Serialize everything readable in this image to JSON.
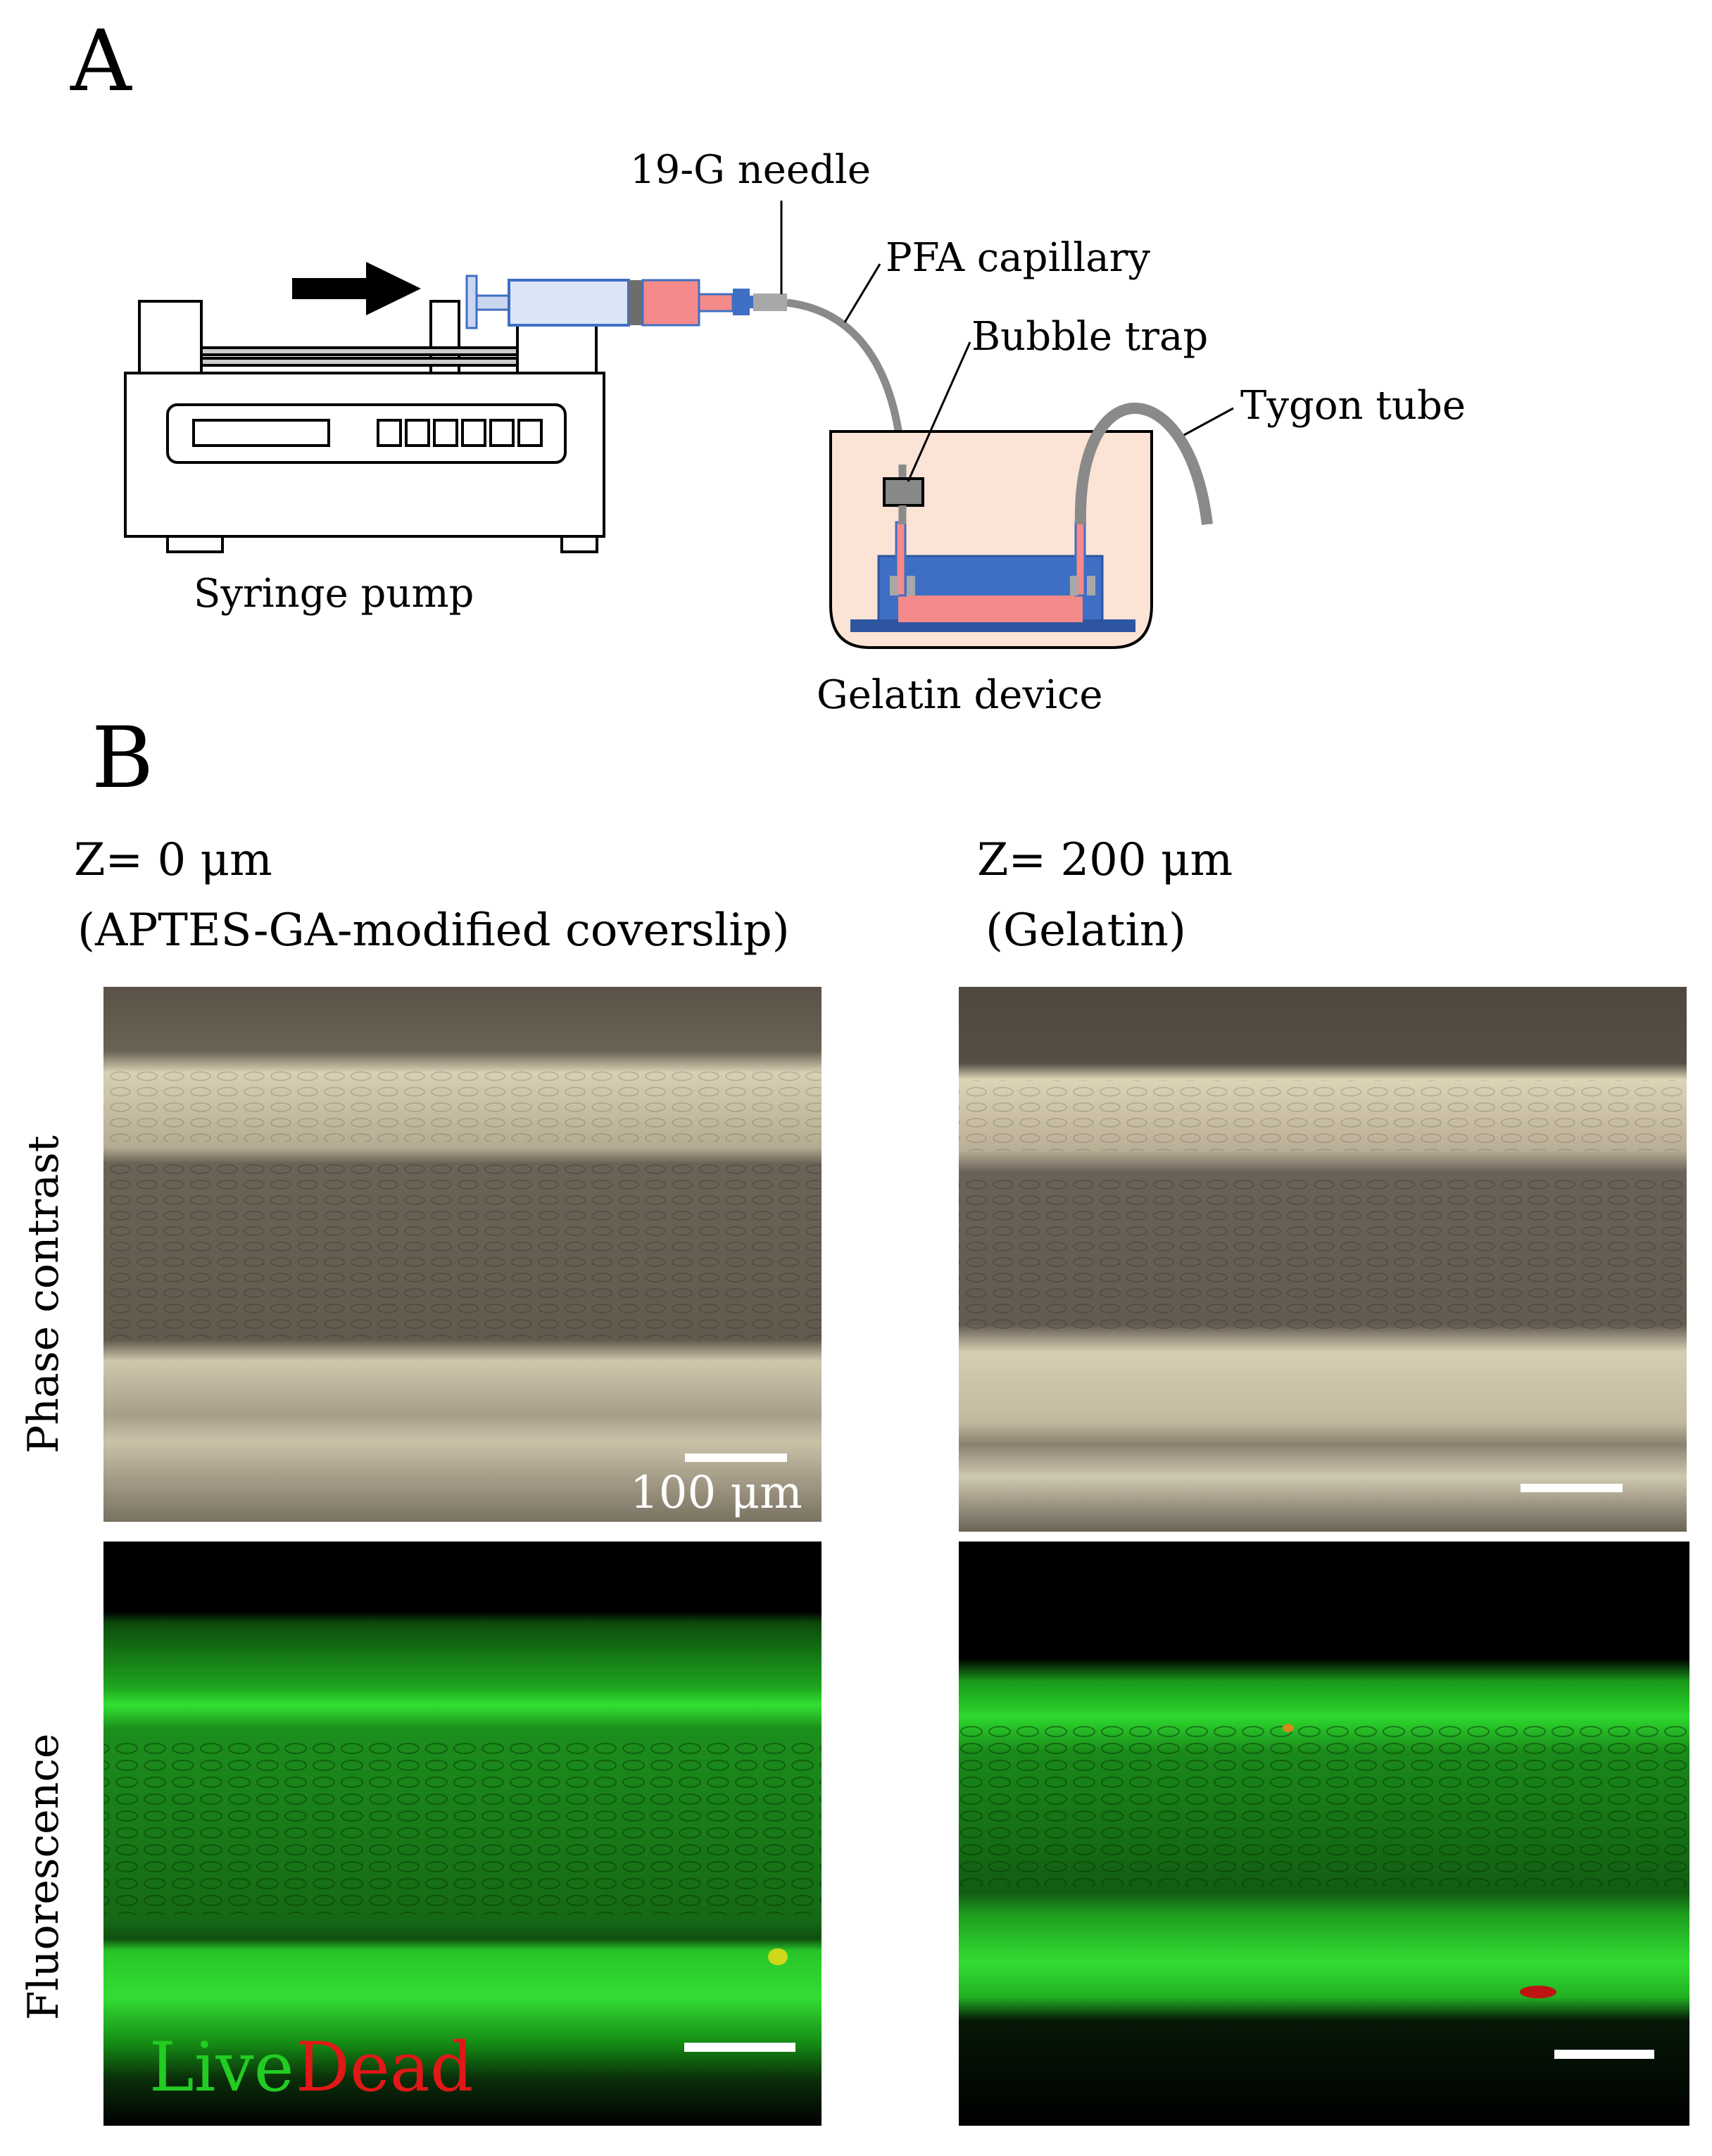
{
  "panel_a": {
    "letter": "A",
    "labels": {
      "needle": "19-G needle",
      "capillary": "PFA capillary",
      "bubble_trap": "Bubble trap",
      "tygon": "Tygon tube",
      "pump": "Syringe pump",
      "device": "Gelatin device"
    }
  },
  "panel_b": {
    "letter": "B",
    "col_left": {
      "z": "Z= 0 μm",
      "surface": "(APTES-GA-modified coverslip)"
    },
    "col_right": {
      "z": "Z= 200 μm",
      "surface": "(Gelatin)"
    },
    "row_phase": "Phase contrast",
    "row_fluor": "Fluorescence",
    "scale_bar_label": "100 μm",
    "legend_live": "Live",
    "legend_dead": "Dead"
  },
  "colors": {
    "diagram_blue": "#3f6fc4",
    "diagram_pink": "#f48a8a",
    "device_bath": "#fbe3d6",
    "live_green": "#22cc22",
    "dead_red": "#e01818"
  }
}
